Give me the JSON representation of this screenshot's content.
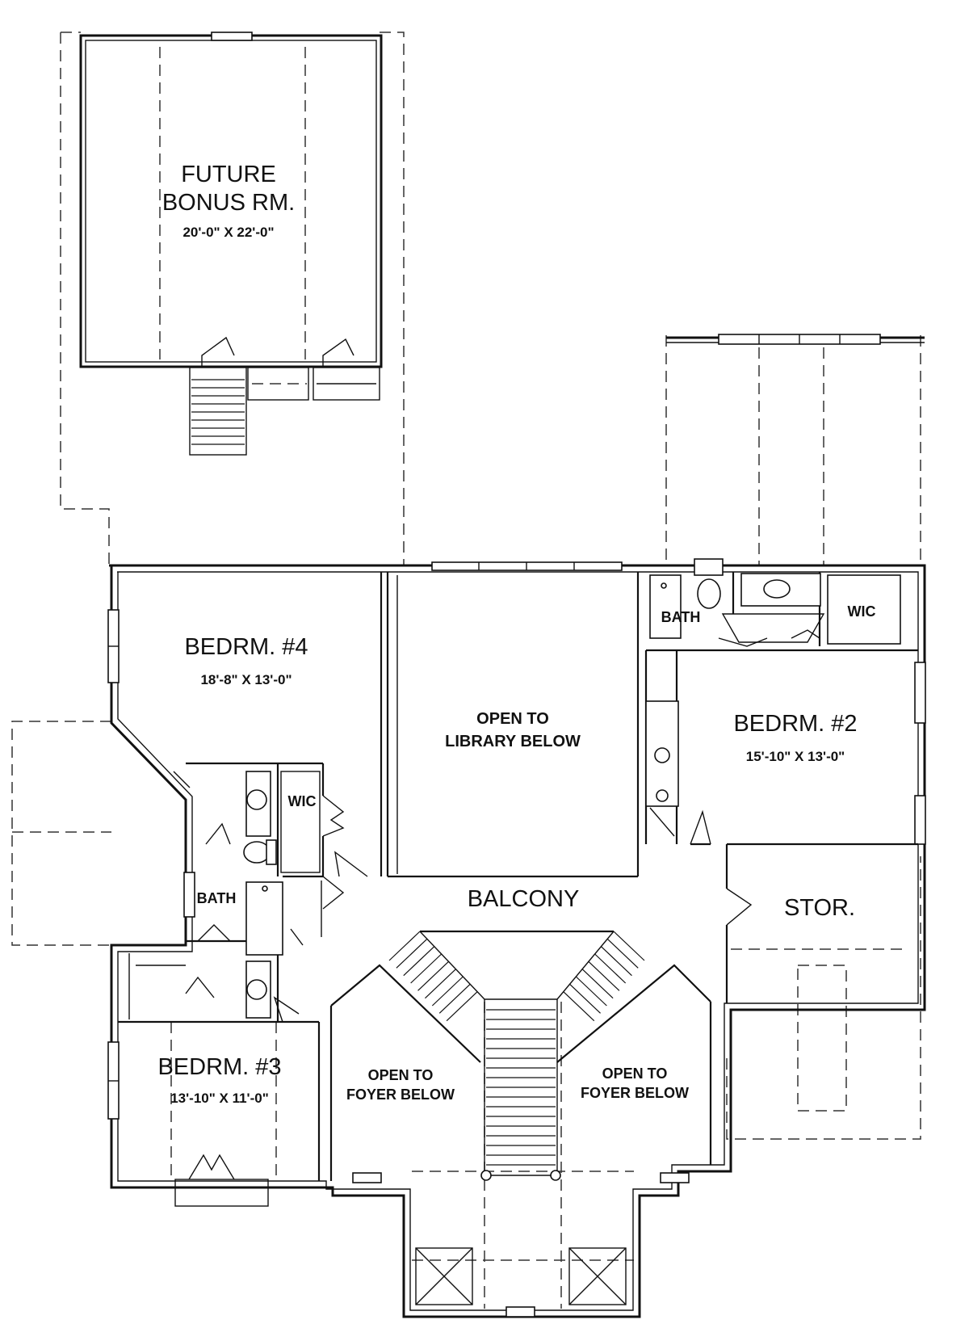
{
  "rooms": {
    "bonus": {
      "line1": "FUTURE",
      "line2": "BONUS RM.",
      "dims": "20'-0\" X 22'-0\""
    },
    "bed4": {
      "name": "BEDRM. #4",
      "dims": "18'-8\" X 13'-0\""
    },
    "bed2": {
      "name": "BEDRM. #2",
      "dims": "15'-10\" X 13'-0\""
    },
    "bed3": {
      "name": "BEDRM. #3",
      "dims": "13'-10\" X 11'-0\""
    },
    "library": {
      "line1": "OPEN TO",
      "line2": "LIBRARY BELOW"
    },
    "foyer_left": {
      "line1": "OPEN TO",
      "line2": "FOYER BELOW"
    },
    "foyer_right": {
      "line1": "OPEN TO",
      "line2": "FOYER BELOW"
    },
    "balcony": {
      "name": "BALCONY"
    },
    "storage": {
      "name": "STOR."
    },
    "bath_left": {
      "name": "BATH"
    },
    "bath_right": {
      "name": "BATH"
    },
    "wic_left": {
      "name": "WIC"
    },
    "wic_right": {
      "name": "WIC"
    }
  }
}
